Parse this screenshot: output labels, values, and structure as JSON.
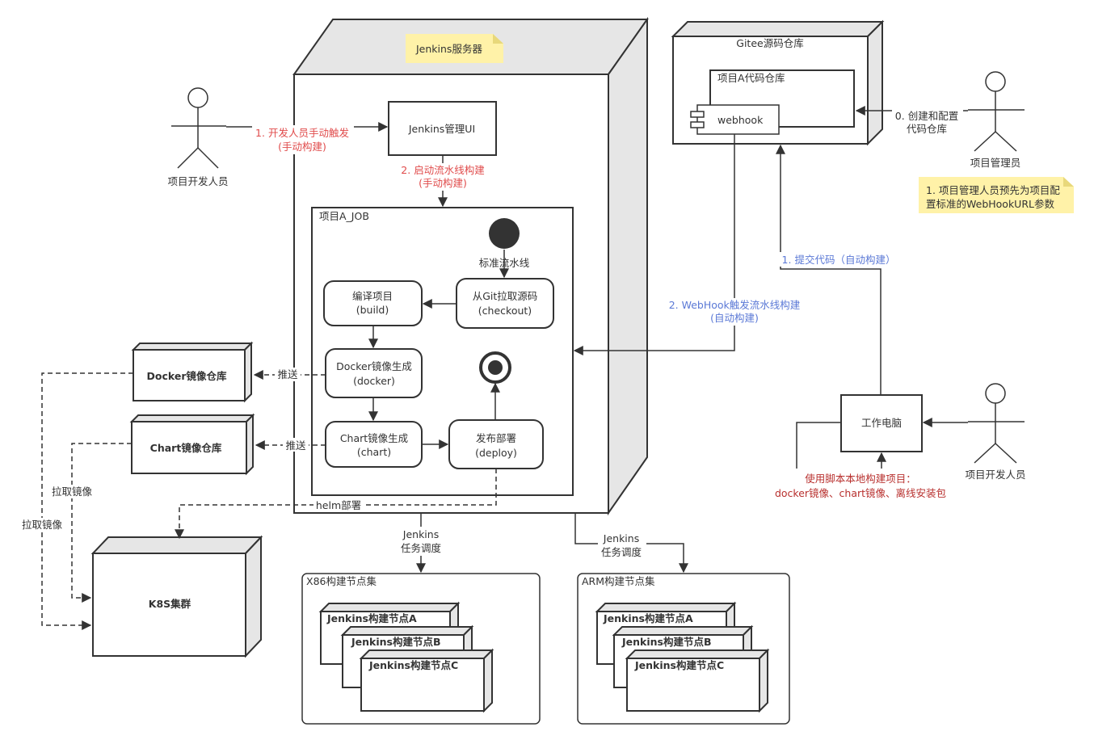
{
  "jenkins_server": {
    "note": "Jenkins服务器",
    "ui_label": "Jenkins管理UI",
    "job_label": "项目A_JOB",
    "pipeline_label": "标准流水线",
    "steps": {
      "checkout": [
        "从Git拉取源码",
        "(checkout)"
      ],
      "build": [
        "编译项目",
        "(build)"
      ],
      "docker": [
        "Docker镜像生成",
        "(docker)"
      ],
      "chart": [
        "Chart镜像生成",
        "(chart)"
      ],
      "deploy": [
        "发布部署",
        "(deploy)"
      ]
    }
  },
  "gitee": {
    "title": "Gitee源码仓库",
    "repo_label": "项目A代码仓库",
    "webhook_label": "webhook"
  },
  "actors": {
    "developer_left": "项目开发人员",
    "admin": "项目管理员",
    "developer_right": "项目开发人员"
  },
  "arrows": {
    "manual_trigger": [
      "1. 开发人员手动触发",
      "(手动构建)"
    ],
    "start_pipeline": [
      "2. 启动流水线构建",
      "(手动构建)"
    ],
    "create_repo": [
      "0. 创建和配置",
      "代码仓库"
    ],
    "commit_code": "1. 提交代码（自动构建）",
    "webhook_trigger": [
      "2. WebHook触发流水线构建",
      "(自动构建)"
    ],
    "push_docker": "推送",
    "push_chart": "推送",
    "pull_image_1": "拉取镜像",
    "pull_image_2": "拉取镜像",
    "helm_deploy": "helm部署",
    "dispatch_x86": [
      "Jenkins",
      "任务调度"
    ],
    "dispatch_arm": [
      "Jenkins",
      "任务调度"
    ]
  },
  "notes": {
    "admin_note": [
      "1. 项目管理人员预先为项目配",
      "置标准的WebHookURL参数"
    ],
    "local_build": [
      "使用脚本本地构建项目：",
      "docker镜像、chart镜像、离线安装包"
    ]
  },
  "repos": {
    "docker": "Docker镜像仓库",
    "chart": "Chart镜像仓库"
  },
  "k8s": "K8S集群",
  "workstation": "工作电脑",
  "node_sets": {
    "x86": {
      "title": "X86构建节点集",
      "nodes": [
        "Jenkins构建节点A",
        "Jenkins构建节点B",
        "Jenkins构建节点C"
      ]
    },
    "arm": {
      "title": "ARM构建节点集",
      "nodes": [
        "Jenkins构建节点A",
        "Jenkins构建节点B",
        "Jenkins构建节点C"
      ]
    }
  },
  "colors": {
    "manual_text": "#e04b4b",
    "auto_text": "#5b79d6",
    "local_text": "#b8302e",
    "note_fill": "#fff2a8",
    "node_shade": "#e6e6e6"
  }
}
